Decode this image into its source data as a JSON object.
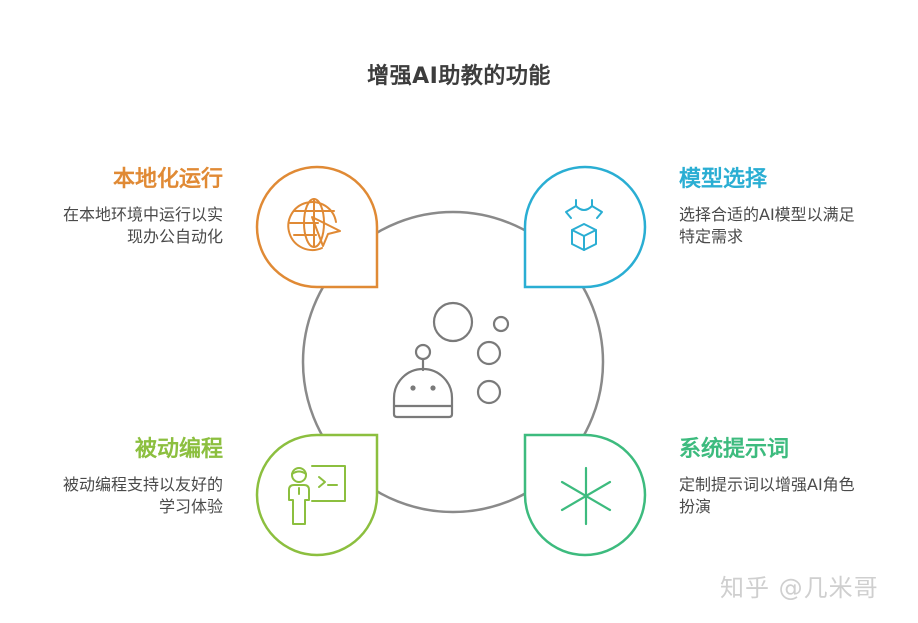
{
  "title": "增强AI助教的功能",
  "center": {
    "icon": "robot-with-bubbles-icon",
    "stroke": "#7a7a7a"
  },
  "features": [
    {
      "id": "local-run",
      "position": "top-left",
      "heading": "本地化运行",
      "desc_line1": "在本地环境中运行以实",
      "desc_line2": "现办公自动化",
      "icon": "globe-cursor-icon",
      "color": "#e08a35"
    },
    {
      "id": "model-select",
      "position": "top-right",
      "heading": "模型选择",
      "desc_line1": "选择合适的AI模型以满足",
      "desc_line2": "特定需求",
      "icon": "person-box-icon",
      "color": "#2aaed3"
    },
    {
      "id": "passive-programming",
      "position": "bottom-left",
      "heading": "被动编程",
      "desc_line1": "被动编程支持以友好的",
      "desc_line2": "学习体验",
      "icon": "teacher-terminal-icon",
      "color": "#8cbf3f"
    },
    {
      "id": "system-prompt",
      "position": "bottom-right",
      "heading": "系统提示词",
      "desc_line1": "定制提示词以增强AI角色",
      "desc_line2": "扮演",
      "icon": "asterisk-icon",
      "color": "#3dbb7e"
    }
  ],
  "watermark": "知乎 @几米哥"
}
